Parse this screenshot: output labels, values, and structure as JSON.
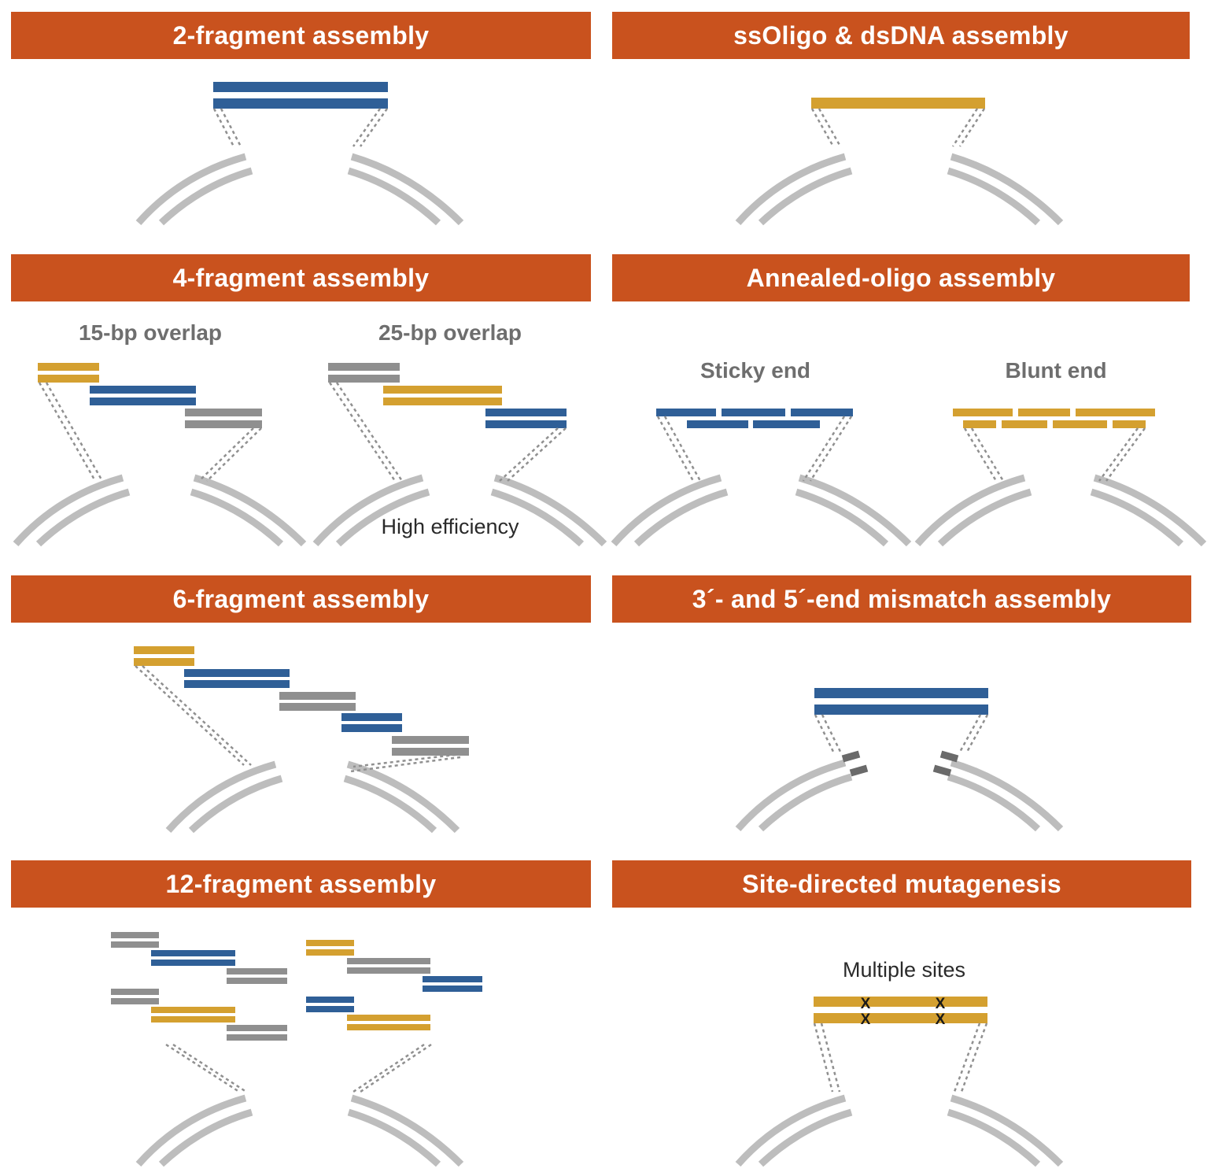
{
  "panels": {
    "two_fragment": {
      "title": "2-fragment assembly"
    },
    "ssoligo": {
      "title": "ssOligo & dsDNA assembly"
    },
    "four_fragment": {
      "title": "4-fragment assembly",
      "left_label": "15-bp overlap",
      "right_label": "25-bp overlap",
      "note": "High efficiency"
    },
    "annealed": {
      "title": "Annealed-oligo assembly",
      "left_label": "Sticky end",
      "right_label": "Blunt end"
    },
    "six_fragment": {
      "title": "6-fragment assembly"
    },
    "mismatch": {
      "title": "3´- and 5´-end mismatch assembly"
    },
    "twelve_fragment": {
      "title": "12-fragment assembly"
    },
    "mutagenesis": {
      "title": "Site-directed mutagenesis",
      "label": "Multiple sites",
      "mark": "X"
    }
  },
  "colors": {
    "banner": "#c9521e",
    "blue": "#2f5f97",
    "gold": "#d4a030",
    "gray": "#8f8f8f",
    "vector": "#bdbdbd",
    "mismatch_end": "#6a6a6a",
    "dotted": "#909090"
  }
}
